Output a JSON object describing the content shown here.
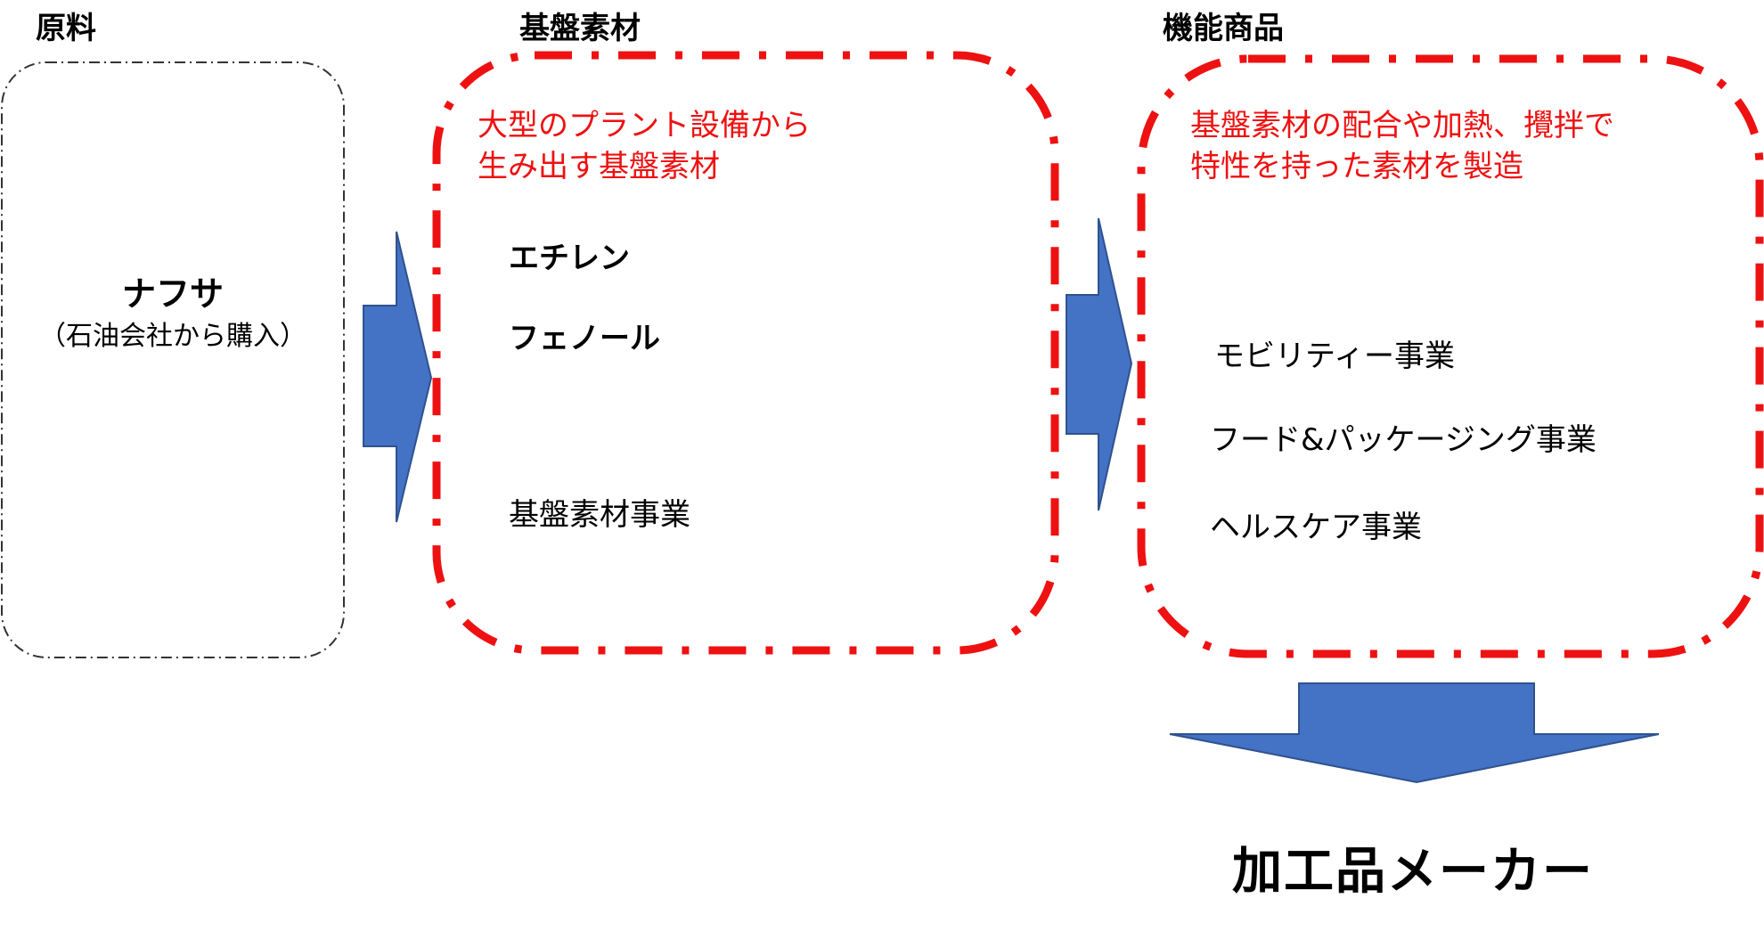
{
  "colors": {
    "arrow_fill": "#4472c4",
    "arrow_stroke": "#2f528f",
    "red_dash": "#ee1111",
    "dashdot_gray": "#333333"
  },
  "headings": {
    "raw": "原料",
    "base": "基盤素材",
    "functional": "機能商品"
  },
  "raw_box": {
    "title": "ナフサ",
    "subtitle": "（石油会社から購入）"
  },
  "base_box": {
    "note": [
      "大型のプラント設備から",
      "生み出す基盤素材"
    ],
    "items": [
      "エチレン",
      "フェノール"
    ],
    "business": "基盤素材事業"
  },
  "functional_box": {
    "note": [
      "基盤素材の配合や加熱、攪拌で",
      "特性を持った素材を製造"
    ],
    "businesses": [
      "モビリティー事業",
      "フード&パッケージング事業",
      "ヘルスケア事業"
    ]
  },
  "output": {
    "label": "加工品メーカー"
  }
}
